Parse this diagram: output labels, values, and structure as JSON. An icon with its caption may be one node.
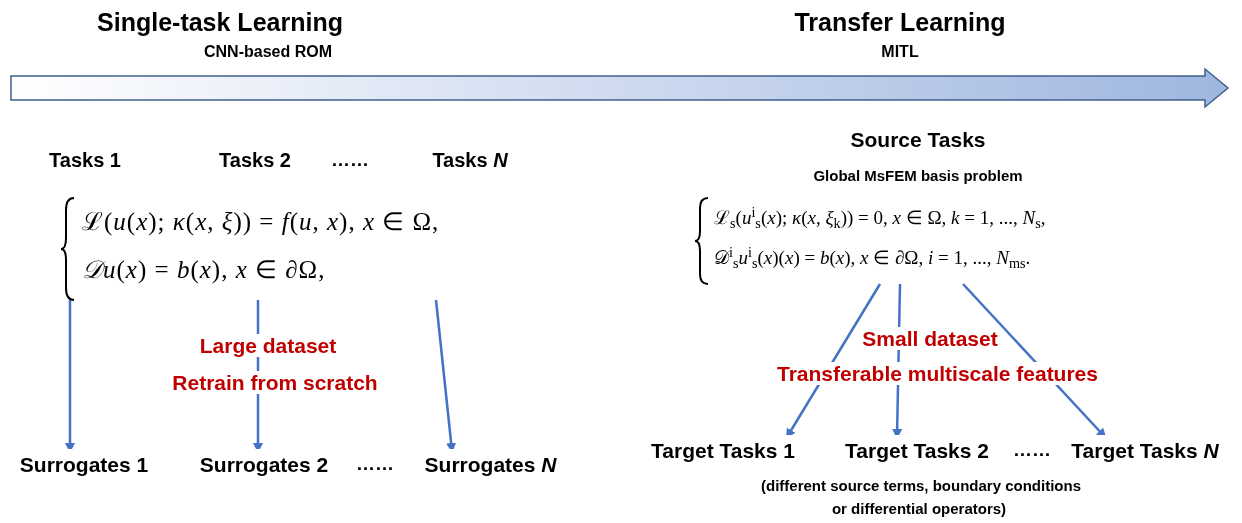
{
  "diagram": {
    "nodes": [
      {
        "text": [
          "Tasks 1"
        ]
      },
      {
        "text": [
          "Tasks 2"
        ]
      },
      {
        "text": [
          "Tasks *N*"
        ]
      },
      {
        "text": [
          "ℒ(*u*(*x*); *κ*(*x*, *ξ*)) = *f*(*u*, *x*), *x* ∈ Ω,",
          "*𝒟u*(*x*) = *b*(*x*), *x* ∈ ∂Ω,"
        ]
      },
      {
        "text": [
          "Surrogates 1"
        ]
      },
      {
        "text": [
          "Surrogates 2"
        ]
      },
      {
        "text": [
          "Surrogates *N*"
        ]
      },
      {
        "text": [
          "ℒ$_{s}$(*u*$^{i}$$_{s}$(*x*); *κ*(*x*, *ξ*$_{k}$)) = 0, *x* ∈ Ω, *k* = 1, ..., *N*$_{s}$,",
          "𝒟$^{i}$$_{s}$*u*$^{i}$$_{s}$(*x*)(*x*) = *b*(*x*), *x* ∈ ∂Ω, *i* = 1, ..., *N*$_{ms}$."
        ]
      },
      {
        "text": [
          "Target Tasks 1"
        ]
      },
      {
        "text": [
          "Target Tasks 2"
        ]
      },
      {
        "text": [
          "Target Tasks *N*"
        ]
      }
    ],
    "edges": [
      {
        "from": 3,
        "to": 4,
        "arrow": "to"
      },
      {
        "from": 3,
        "to": 5,
        "arrow": "to"
      },
      {
        "from": 3,
        "to": 6,
        "arrow": "to"
      },
      {
        "from": 7,
        "to": 8,
        "arrow": "to"
      },
      {
        "from": 7,
        "to": 9,
        "arrow": "to"
      },
      {
        "from": 7,
        "to": 10,
        "arrow": "to"
      }
    ],
    "labels": [
      "Single-task Learning",
      "CNN-based ROM",
      "Transfer Learning",
      "MITL",
      "……",
      "Source Tasks",
      "Global MsFEM basis problem",
      "Large dataset",
      "Retrain from scratch",
      "Small dataset",
      "Transferable multiscale features",
      "……",
      "……",
      "(different source terms, boundary conditions or differential operators)"
    ]
  }
}
